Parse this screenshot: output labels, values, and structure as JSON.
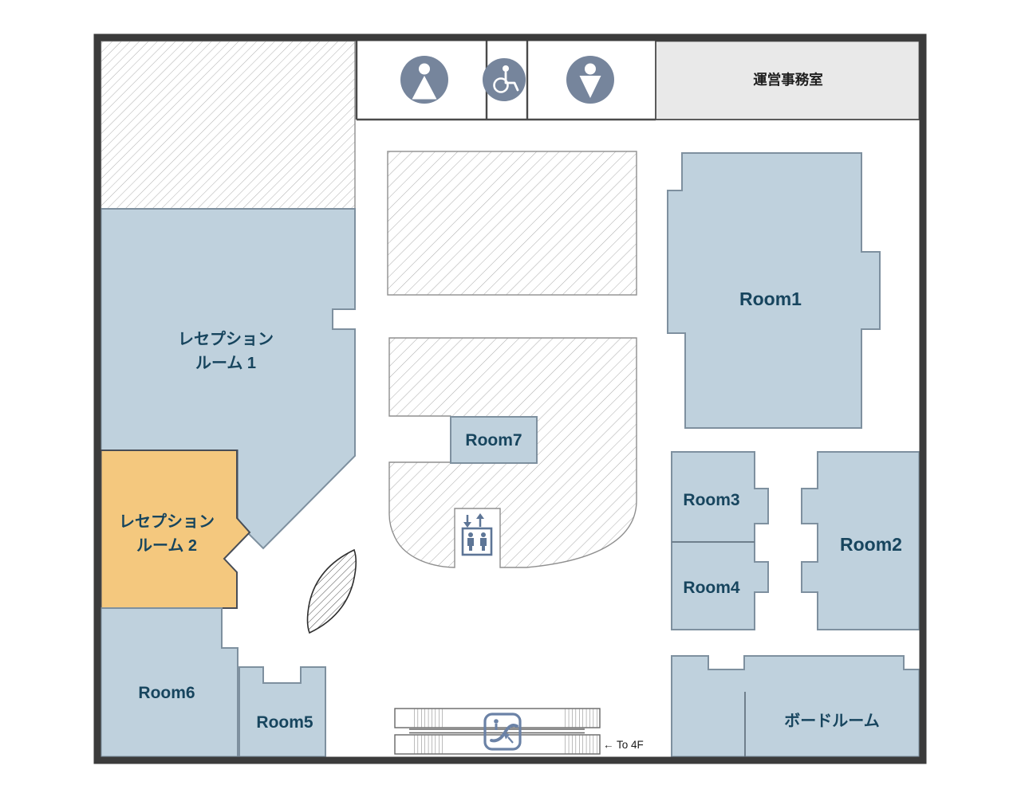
{
  "colors": {
    "wall": "#3b3b3b",
    "room_fill": "#bfd1dd",
    "room_stroke": "#7e909f",
    "accent_fill": "#f4c87e",
    "accent_stroke": "#474d57",
    "office_fill": "#e9e9e9",
    "icon_circle": "#76859c",
    "pictogram": "#5d7596",
    "label_navy": "#17455e",
    "annotation_text": "#1a1a1a"
  },
  "rooms": {
    "reception1": {
      "line1": "レセプション",
      "line2": "ルーム 1"
    },
    "reception2": {
      "line1": "レセプション",
      "line2": "ルーム 2"
    },
    "room1": {
      "label": "Room1"
    },
    "room2": {
      "label": "Room2"
    },
    "room3": {
      "label": "Room3"
    },
    "room4": {
      "label": "Room4"
    },
    "room5": {
      "label": "Room5"
    },
    "room6": {
      "label": "Room6"
    },
    "room7": {
      "label": "Room7"
    },
    "boardroom": {
      "label": "ボードルーム"
    }
  },
  "facilities": {
    "office": {
      "label": "運営事務室"
    },
    "escalator": {
      "annotation": "← To 4F"
    }
  },
  "icons": {
    "male_restroom": "person-figure",
    "accessible_restroom": "wheelchair",
    "female_restroom": "person-dress-figure",
    "elevator": "two-people-with-up-down-arrows",
    "escalator": "person-on-escalator-with-arrow"
  }
}
